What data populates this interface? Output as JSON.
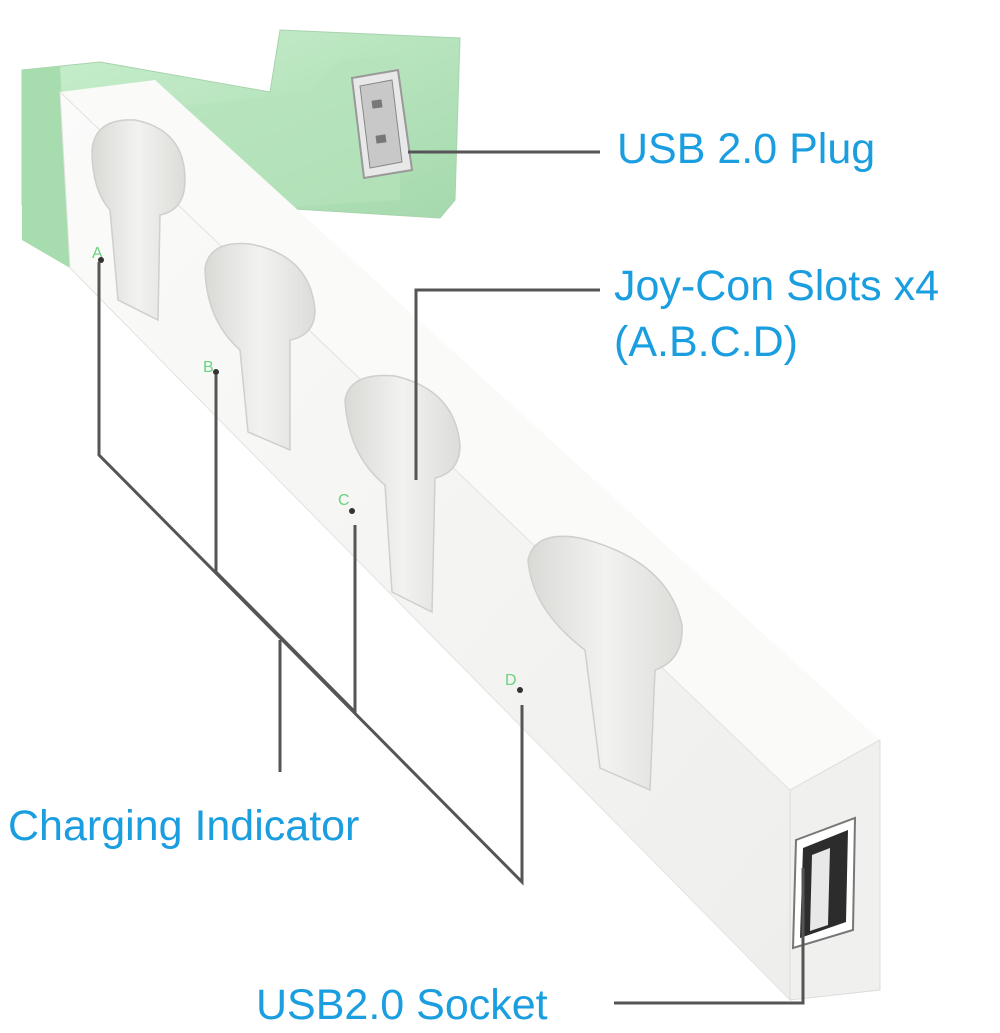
{
  "colors": {
    "label_text": "#1a9ee0",
    "leader_line": "#555555",
    "dock_white": "#f4f4f2",
    "dock_green": "#b9e6bf",
    "indicator_letter": "#6ad37f"
  },
  "labels": {
    "usb_plug": "USB 2.0 Plug",
    "joycon_slots_line1": "Joy-Con Slots x4",
    "joycon_slots_line2": "(A.B.C.D)",
    "charging_indicator": "Charging Indicator",
    "usb_socket": "USB2.0 Socket"
  },
  "slot_letters": [
    "A",
    "B",
    "C",
    "D"
  ]
}
